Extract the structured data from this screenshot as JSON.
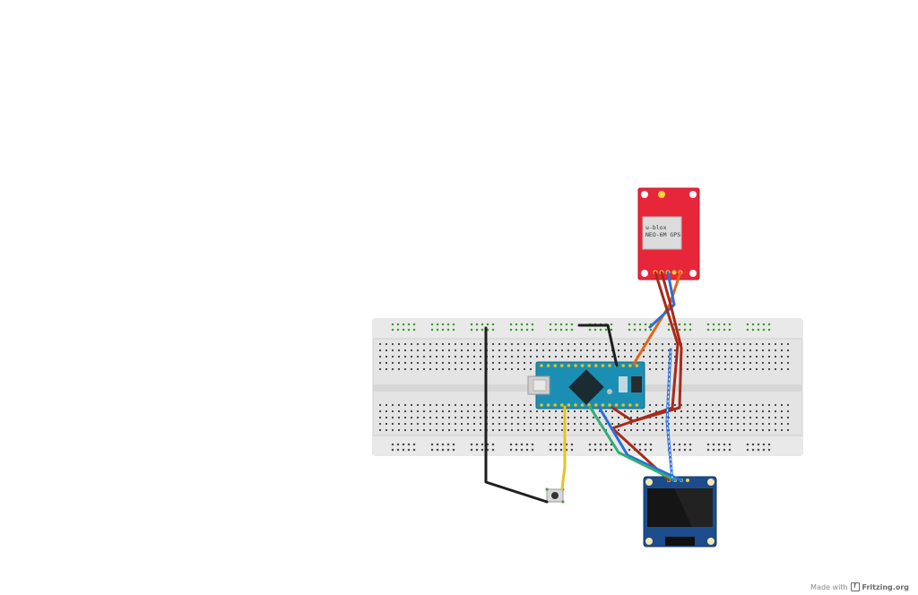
{
  "gps": {
    "label_line1": "u-blox",
    "label_line2": "NEO-6M GPS"
  },
  "credit": {
    "prefix": "Made with",
    "brand": "Fritzing.org",
    "logo_glyph": "f"
  },
  "colors": {
    "breadboard": "#e4e4e4",
    "hole": "#4a4a4a",
    "rail_hole": "#3d9a2e",
    "arduino": "#1b8fb3",
    "gps_board": "#e8263a",
    "oled_board": "#1c4c8c",
    "wire_black": "#1e1e1e",
    "wire_red": "#a82a1a",
    "wire_blue": "#2a6fd6",
    "wire_orange": "#e2661c",
    "wire_green": "#2fae7a",
    "wire_yellow": "#e8c21f"
  }
}
